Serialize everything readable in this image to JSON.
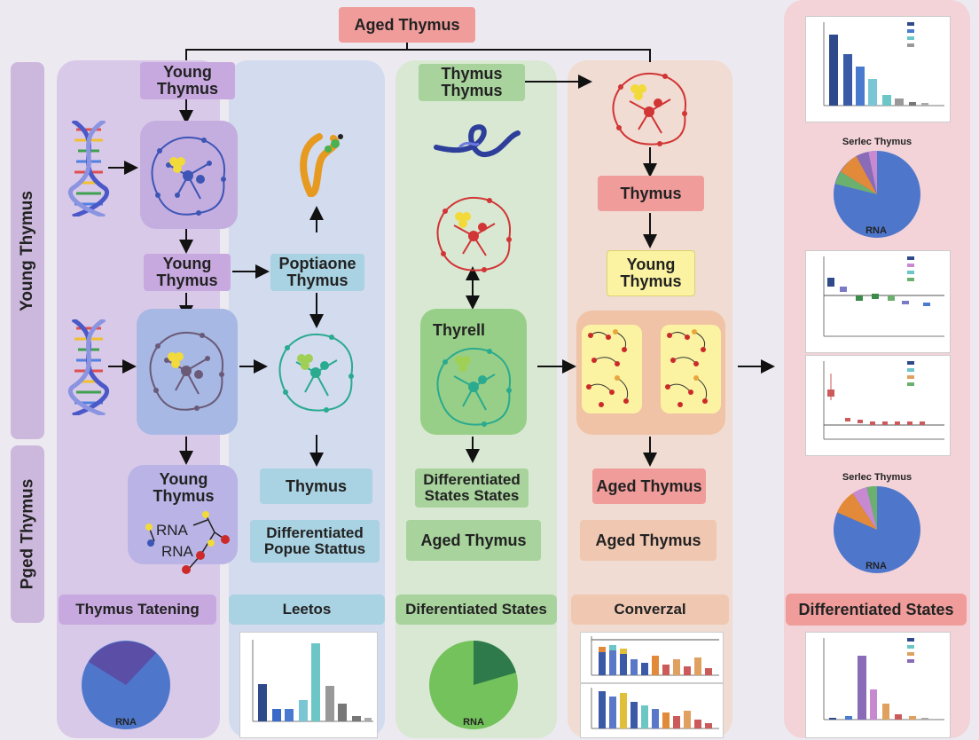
{
  "top": {
    "title": "Aged Thymus"
  },
  "side": {
    "upper": "Young Thymus",
    "lower": "Pged Thymus"
  },
  "col1": {
    "top_label": "Young Thymus",
    "mid_label": "Young Thymus",
    "bottom_label": "Young Thymus",
    "rna_1": "RNA",
    "rna_2": "RNA",
    "footer": "Thymus Tatening",
    "pie_label": "RNA"
  },
  "col2": {
    "mid_label": "Poptiaone Thymus",
    "thymus_label": "Thymus",
    "diff_label": "Differentiated Popue Stattus",
    "footer": "Leetos"
  },
  "col3": {
    "top_label": "Thymus Thymus",
    "cell_label": "Thyrell",
    "diff_label": "Differentiated States States",
    "aged_label": "Aged Thymus",
    "footer": "Diferentiated States",
    "pie_label": "RNA"
  },
  "col4": {
    "thymus_label": "Thymus",
    "young_label": "Young Thymus",
    "aged_label_1": "Aged Thymus",
    "aged_label_2": "Aged Thymus",
    "footer": "Converzal"
  },
  "col5": {
    "pie1_title": "Serlec Thymus",
    "pie1_label": "RNA",
    "pie2_title": "Serlec Thymus",
    "pie2_label": "RNA",
    "footer": "Differentiated States"
  },
  "colors": {
    "purple": "#c9b3e0",
    "blue": "#c7d3ec",
    "green": "#d4e6cc",
    "peach": "#f1d8c9",
    "pink": "#f3cfd2",
    "red_label": "#ef9c9a",
    "network_blue": "#3d55b5",
    "network_red": "#d13535",
    "network_teal": "#2aaa8f",
    "yellow": "#f7e45a"
  }
}
